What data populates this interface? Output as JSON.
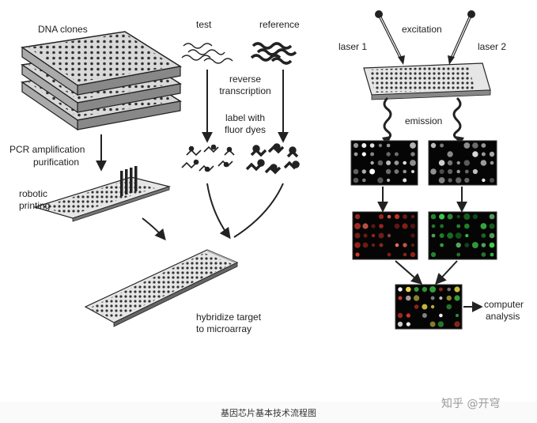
{
  "labels": {
    "dna_clones": "DNA clones",
    "test": "test",
    "reference": "reference",
    "excitation": "excitation",
    "laser1": "laser 1",
    "laser2": "laser 2",
    "reverse_line1": "reverse",
    "reverse_line2": "transcription",
    "label_line1": "label with",
    "label_line2": "fluor dyes",
    "pcr_line1": "PCR amplification",
    "pcr_line2": "purification",
    "robotic_line1": "robotic",
    "robotic_line2": "printing",
    "emission": "emission",
    "hybridize_line1": "hybridize target",
    "hybridize_line2": "to microarray",
    "computer_line1": "computer",
    "computer_line2": "analysis"
  },
  "caption": "基因芯片基本技术流程图",
  "watermark": "知乎 @开穹",
  "colors": {
    "ink": "#222222",
    "scan_background": "#050505",
    "red_channel": "#e23a2a",
    "green_channel": "#3fd14a",
    "overlay_yellow": "#e8d84a"
  }
}
